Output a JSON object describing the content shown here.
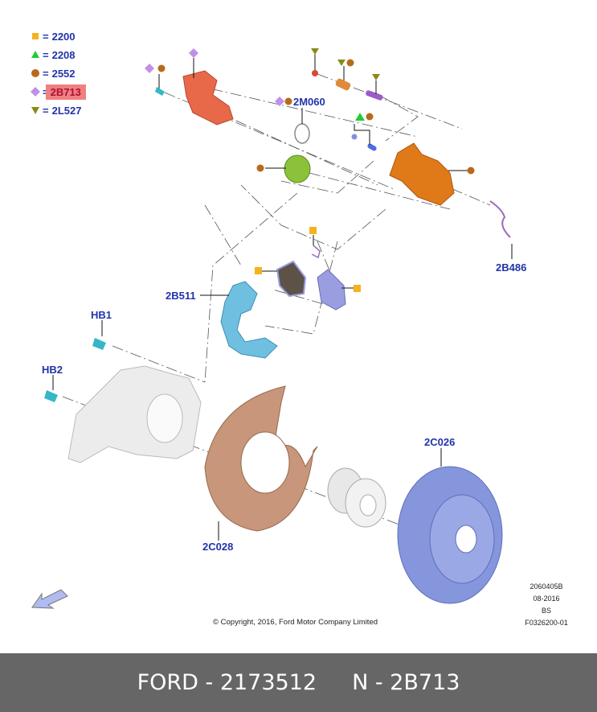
{
  "legend": [
    {
      "symbol": "square",
      "color": "#f5b21f",
      "code": "2200",
      "highlighted": false
    },
    {
      "symbol": "triangle-up",
      "color": "#22cc33",
      "code": "2208",
      "highlighted": false
    },
    {
      "symbol": "circle",
      "color": "#b8691c",
      "code": "2552",
      "highlighted": false
    },
    {
      "symbol": "diamond",
      "color": "#c090e8",
      "code": "2B713",
      "highlighted": true
    },
    {
      "symbol": "triangle-down",
      "color": "#8a8a1a",
      "code": "2L527",
      "highlighted": false
    }
  ],
  "legend_equals": "=",
  "callouts": {
    "c2m060": "2M060",
    "c2b486": "2B486",
    "c2b511": "2B511",
    "hb1": "HB1",
    "hb2": "HB2",
    "c2c026": "2C026",
    "c2c028": "2C028"
  },
  "parts": [
    {
      "name": "caliper-piston-housing",
      "color": "#e8684a"
    },
    {
      "name": "brake-caliper",
      "color": "#e07a18"
    },
    {
      "name": "piston",
      "color": "#8cc23a"
    },
    {
      "name": "caliper-bracket",
      "color": "#6fc0e0"
    },
    {
      "name": "brake-pad-inner",
      "color": "#5c5248"
    },
    {
      "name": "brake-pad-outer",
      "color": "#9a9ee0"
    },
    {
      "name": "brake-disc",
      "color": "#8596dd"
    },
    {
      "name": "dust-shield",
      "color": "#c8967a"
    },
    {
      "name": "knuckle",
      "color": "#e4e4e4"
    },
    {
      "name": "wheel-hub",
      "color": "#e8e8e8"
    }
  ],
  "meta": {
    "drawing_id": "2060405B",
    "date": "08-2016",
    "author": "BS",
    "figure_id": "F0326200-01",
    "copyright": "© Copyright, 2016, Ford Motor Company Limited"
  },
  "footer": {
    "brand_part": "FORD - 2173512",
    "ref": "N - 2B713"
  }
}
